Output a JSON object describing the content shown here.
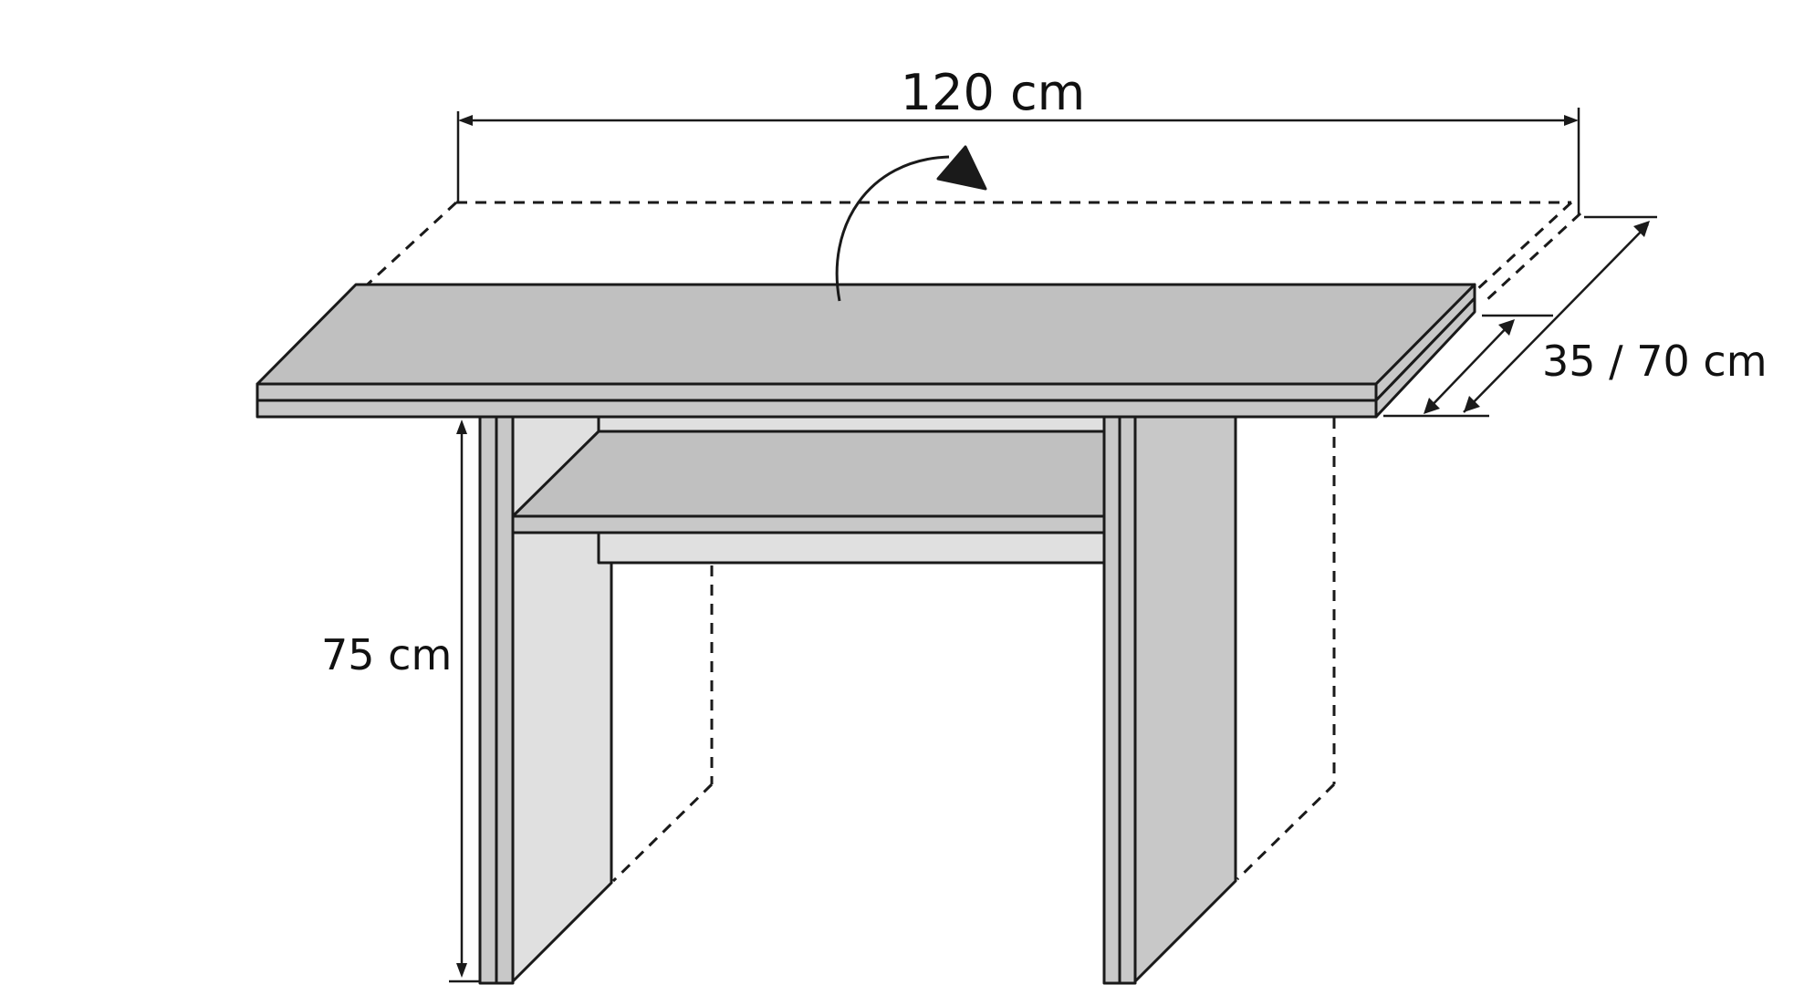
{
  "dimensions": {
    "width_label": "120 cm",
    "depth_label": "35 / 70 cm",
    "height_label": "75 cm"
  },
  "colors": {
    "outline": "#1a1a1a",
    "top_surface": "#c0c0c0",
    "panel_front": "#c8c8c8",
    "panel_inner": "#e0e0e0",
    "shelf": "#c0c0c0",
    "arrow_head": "#1a1a1a"
  },
  "icons": {
    "fold_direction": "curved-arrow-icon"
  }
}
